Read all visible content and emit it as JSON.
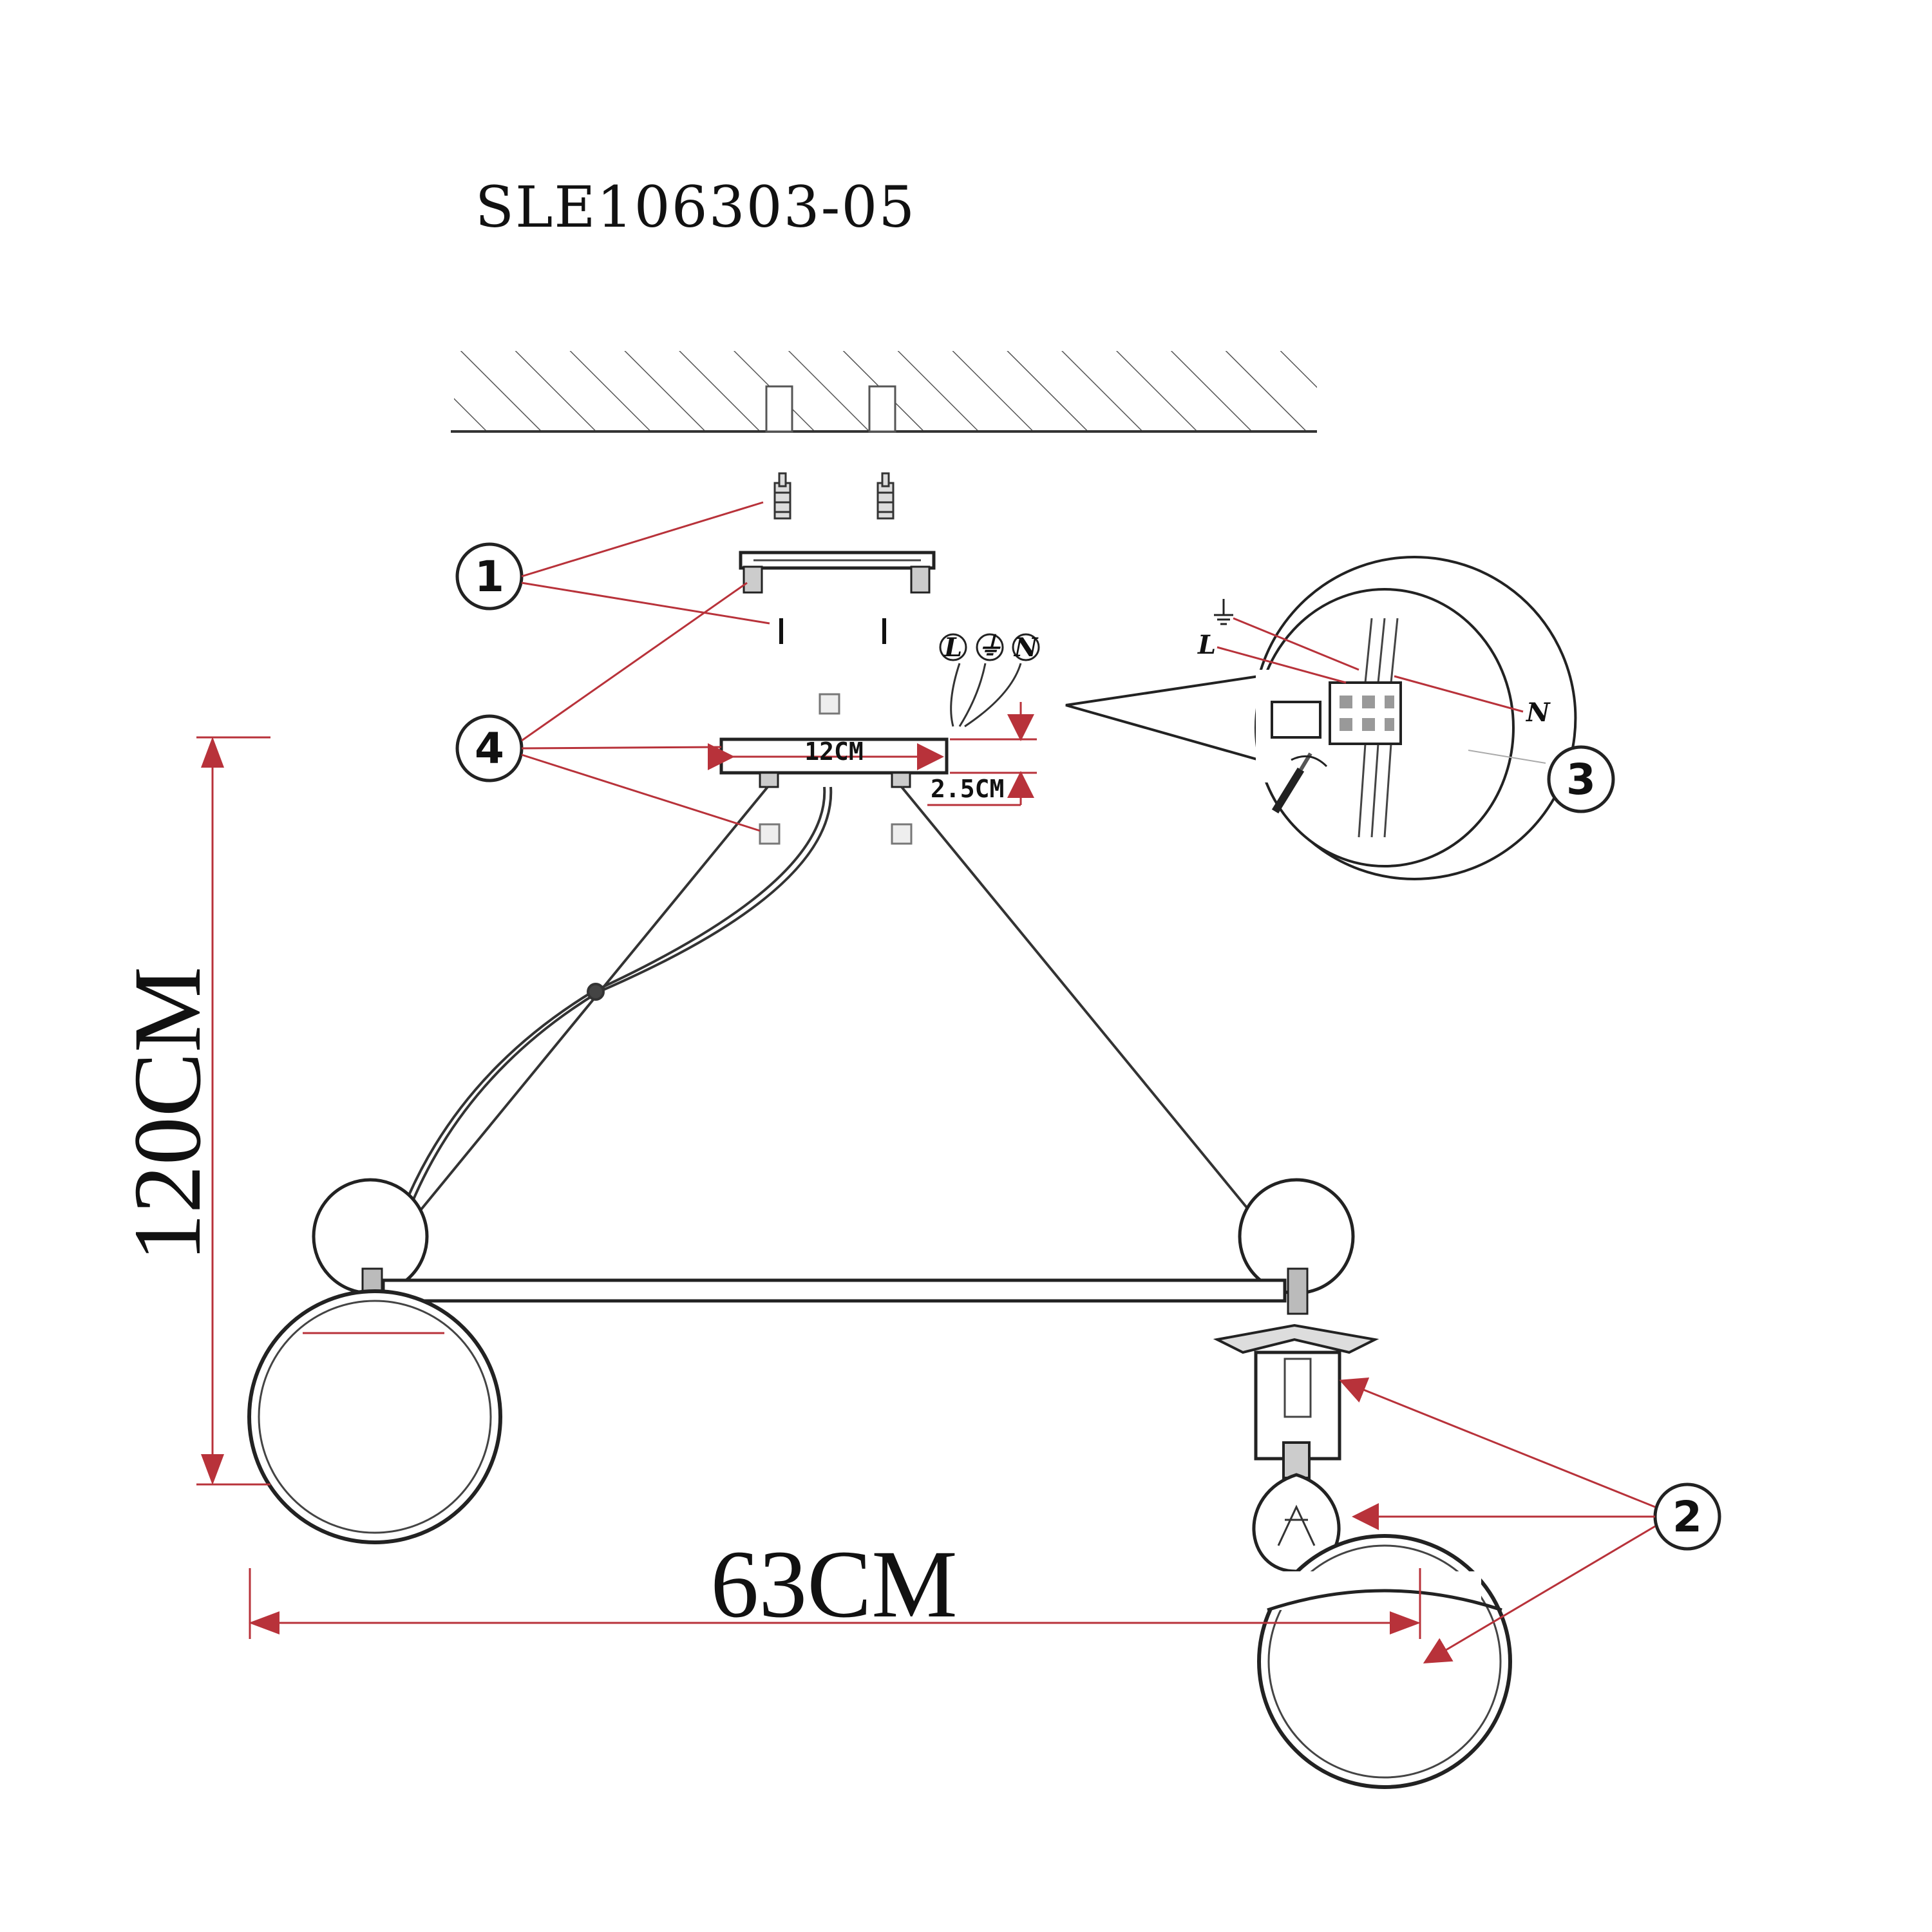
{
  "title": "SLE106303-05",
  "dimensions": {
    "height": "120CM",
    "width": "63CM",
    "canopy_length": "12CM",
    "canopy_height": "2.5CM"
  },
  "callouts": [
    "1",
    "2",
    "3",
    "4"
  ],
  "wiring": {
    "terminal_labels": [
      "L",
      "⏚",
      "N"
    ],
    "detail_labels": [
      "L",
      "N"
    ],
    "ground_symbol": "ground-icon"
  },
  "colors": {
    "leader_line": "#b8323a",
    "drawing_line": "#222222"
  }
}
